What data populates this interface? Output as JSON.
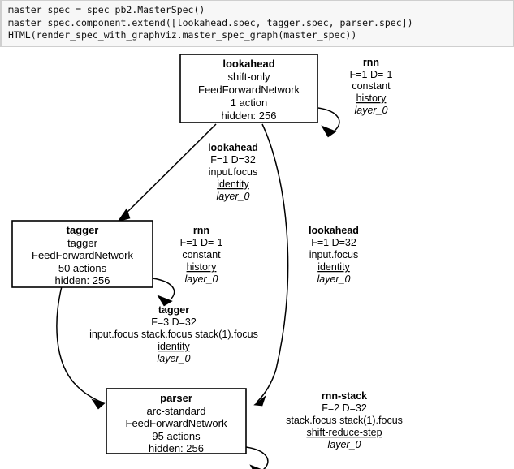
{
  "notebook": {
    "code_cell": {
      "lines": [
        "master_spec = spec_pb2.MasterSpec()",
        "master_spec.component.extend([lookahead.spec, tagger.spec, parser.spec])",
        "HTML(render_spec_with_graphviz.master_spec_graph(master_spec))"
      ],
      "text": "master_spec = spec_pb2.MasterSpec()\nmaster_spec.component.extend([lookahead.spec, tagger.spec, parser.spec])\nHTML(render_spec_with_graphviz.master_spec_graph(master_spec))"
    }
  },
  "graph": {
    "type": "directed-graph",
    "nodes": [
      {
        "id": "lookahead",
        "title": "lookahead",
        "lines": [
          "shift-only",
          "FeedForwardNetwork",
          "1 action",
          "hidden: 256"
        ]
      },
      {
        "id": "tagger",
        "title": "tagger",
        "lines": [
          "tagger",
          "FeedForwardNetwork",
          "50 actions",
          "hidden: 256"
        ]
      },
      {
        "id": "parser",
        "title": "parser",
        "lines": [
          "arc-standard",
          "FeedForwardNetwork",
          "95 actions",
          "hidden: 256"
        ]
      }
    ],
    "edges": [
      {
        "id": "lookahead-self",
        "from": "lookahead",
        "to": "lookahead",
        "kind": "self-loop",
        "label": {
          "name": "rnn",
          "dims": "F=1 D=-1",
          "features": "constant",
          "source": "history",
          "layer": "layer_0"
        }
      },
      {
        "id": "lookahead-to-tagger",
        "from": "lookahead",
        "to": "tagger",
        "kind": "straight",
        "label": {
          "name": "lookahead",
          "dims": "F=1 D=32",
          "features": "input.focus",
          "source": "identity",
          "layer": "layer_0"
        }
      },
      {
        "id": "lookahead-to-parser",
        "from": "lookahead",
        "to": "parser",
        "kind": "curve",
        "label": {
          "name": "lookahead",
          "dims": "F=1 D=32",
          "features": "input.focus",
          "source": "identity",
          "layer": "layer_0"
        }
      },
      {
        "id": "tagger-self",
        "from": "tagger",
        "to": "tagger",
        "kind": "self-loop",
        "label": {
          "name": "rnn",
          "dims": "F=1 D=-1",
          "features": "constant",
          "source": "history",
          "layer": "layer_0"
        }
      },
      {
        "id": "tagger-to-parser",
        "from": "tagger",
        "to": "parser",
        "kind": "curve",
        "label": {
          "name": "tagger",
          "dims": "F=3 D=32",
          "features": "input.focus stack.focus stack(1).focus",
          "source": "identity",
          "layer": "layer_0"
        }
      },
      {
        "id": "parser-self",
        "from": "parser",
        "to": "parser",
        "kind": "self-loop",
        "label": {
          "name": "rnn-stack",
          "dims": "F=2 D=32",
          "features": "stack.focus stack(1).focus",
          "source": "shift-reduce-step",
          "layer": "layer_0"
        }
      }
    ],
    "colors": {
      "node_fill": "#ffffff",
      "node_stroke": "#000000",
      "edge_stroke": "#000000",
      "code_background": "#f7f7f7",
      "code_border": "#cfcfcf"
    }
  }
}
